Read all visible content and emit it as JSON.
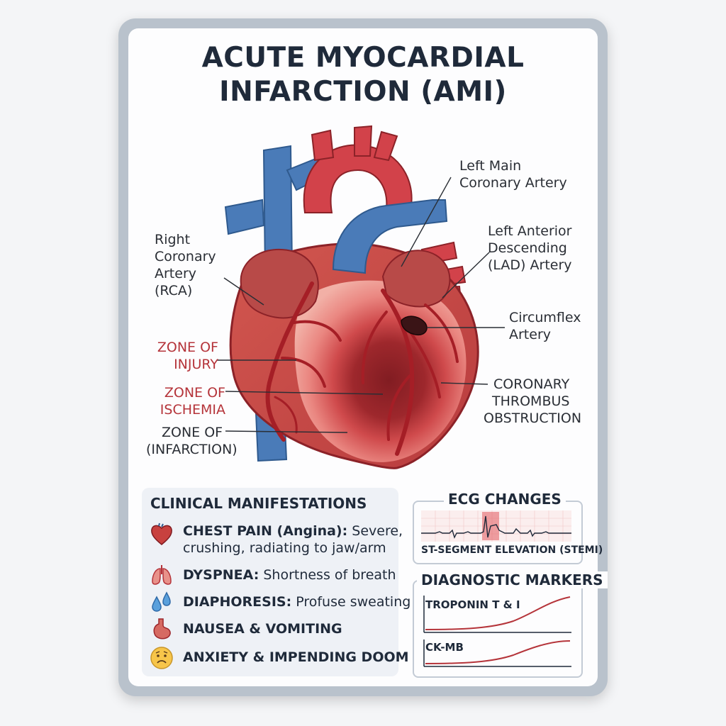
{
  "title": {
    "line1": "ACUTE MYOCARDIAL",
    "line2": "INFARCTION (AMI)"
  },
  "labels": {
    "lmca": [
      "Left Main",
      "Coronary Artery"
    ],
    "rca": [
      "Right",
      "Coronary",
      "Artery",
      "(RCA)"
    ],
    "lad": [
      "Left Anterior",
      "Descending",
      "(LAD) Artery"
    ],
    "circ": [
      "Circumflex",
      "Artery"
    ],
    "injury": [
      "ZONE OF",
      "INJURY"
    ],
    "ischemia": [
      "ZONE OF",
      "ISCHEMIA"
    ],
    "infarction": [
      "ZONE OF",
      "(INFARCTION)"
    ],
    "thrombus": [
      "CORONARY",
      "THROMBUS",
      "OBSTRUCTION"
    ]
  },
  "clinical": {
    "heading": "CLINICAL MANIFESTATIONS",
    "items": [
      {
        "icon": "heart-icon",
        "term": "CHEST PAIN (Angina):",
        "desc": " Severe,",
        "desc2": "crushing, radiating to jaw/arm"
      },
      {
        "icon": "lungs-icon",
        "term": "DYSPNEA:",
        "desc": " Shortness of breath"
      },
      {
        "icon": "sweat-drops-icon",
        "term": "DIAPHORESIS:",
        "desc": " Profuse sweating"
      },
      {
        "icon": "stomach-icon",
        "term": "NAUSEA & VOMITING",
        "desc": ""
      },
      {
        "icon": "worried-face-icon",
        "term": "ANXIETY & IMPENDING DOOM",
        "desc": ""
      }
    ]
  },
  "ecg": {
    "heading": "ECG CHANGES",
    "caption": "ST-SEGMENT ELEVATION (STEMI)"
  },
  "markers": {
    "heading": "DIAGNOSTIC MARKERS",
    "items": [
      {
        "label": "TROPONIN T & I"
      },
      {
        "label": "CK-MB"
      }
    ]
  },
  "colors": {
    "artery_red": "#d2424a",
    "vein_blue": "#4a7bb8",
    "heart_red": "#c84a48",
    "infarct_dark": "#8a1e24",
    "label_red": "#b5343a",
    "navy_text": "#1f2a3a"
  }
}
